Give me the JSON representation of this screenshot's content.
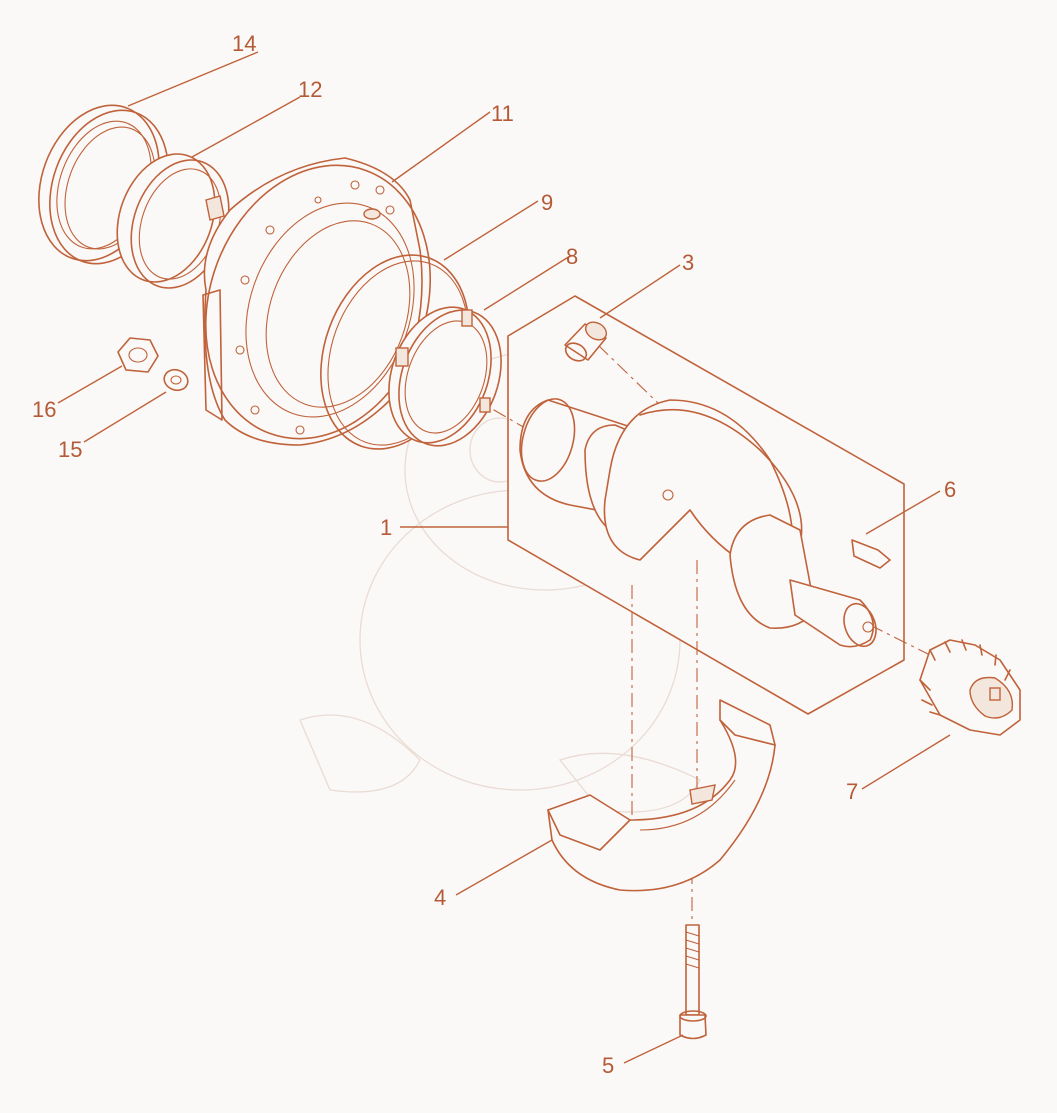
{
  "diagram": {
    "type": "exploded-parts-view",
    "accent_color": "#c0623a",
    "labels": [
      "1",
      "3",
      "4",
      "5",
      "6",
      "7",
      "8",
      "9",
      "11",
      "12",
      "14",
      "15",
      "16"
    ]
  },
  "callouts": {
    "p1": "1",
    "p3": "3",
    "p4": "4",
    "p5": "5",
    "p6": "6",
    "p7": "7",
    "p8": "8",
    "p9": "9",
    "p11": "11",
    "p12": "12",
    "p14": "14",
    "p15": "15",
    "p16": "16"
  }
}
